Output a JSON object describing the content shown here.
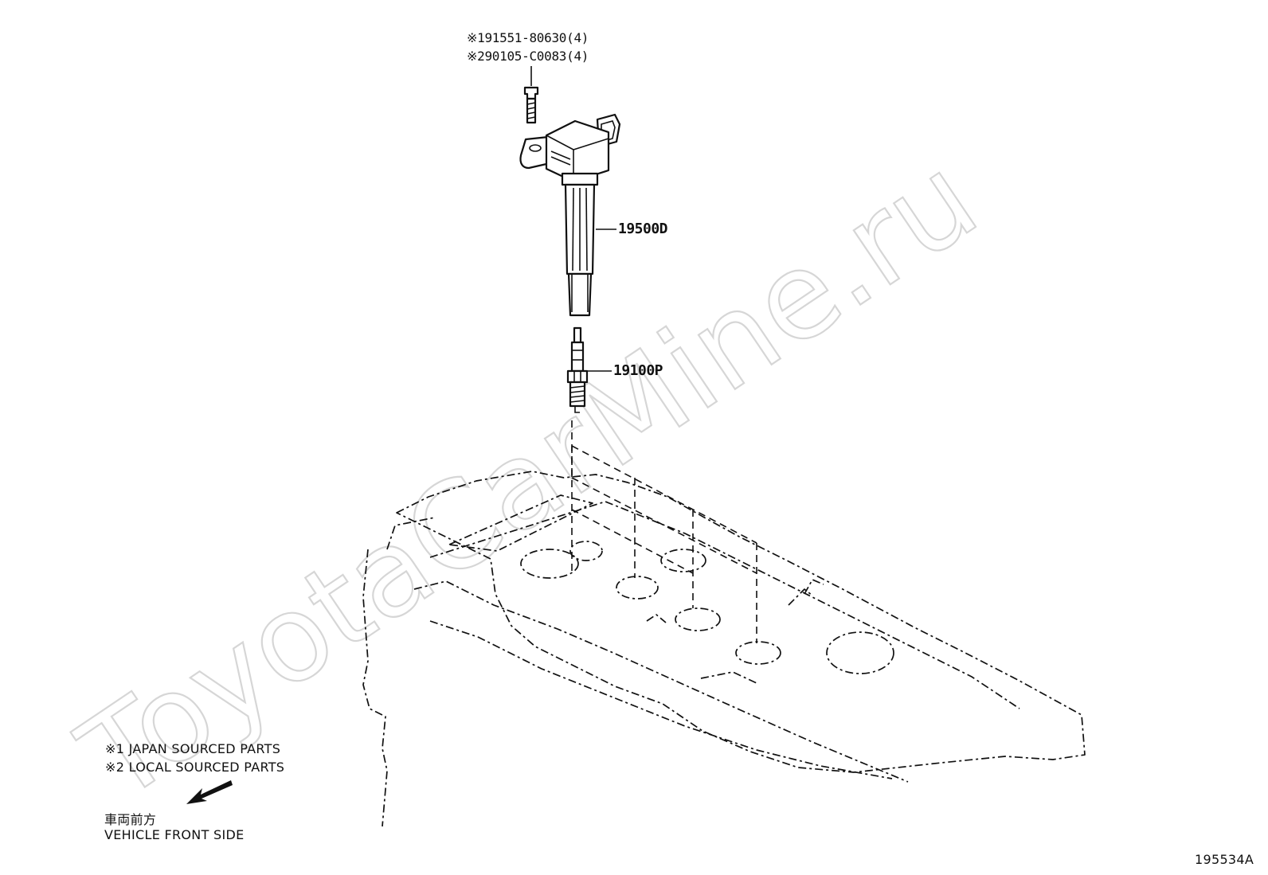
{
  "watermark": "ToyotaCarMine.ru",
  "bolt_refs": [
    {
      "mark": "※1",
      "part_no": "91551-80630(4)"
    },
    {
      "mark": "※2",
      "part_no": "90105-C0083(4)"
    }
  ],
  "callouts": {
    "ignition_coil": "19500D",
    "spark_plug": "19100P"
  },
  "legend": [
    {
      "mark": "※1",
      "text": "JAPAN SOURCED PARTS"
    },
    {
      "mark": "※2",
      "text": "LOCAL SOURCED PARTS"
    }
  ],
  "direction": {
    "label_jp": "車両前方",
    "label_en": "VEHICLE FRONT SIDE"
  },
  "figure_id": "195534A"
}
